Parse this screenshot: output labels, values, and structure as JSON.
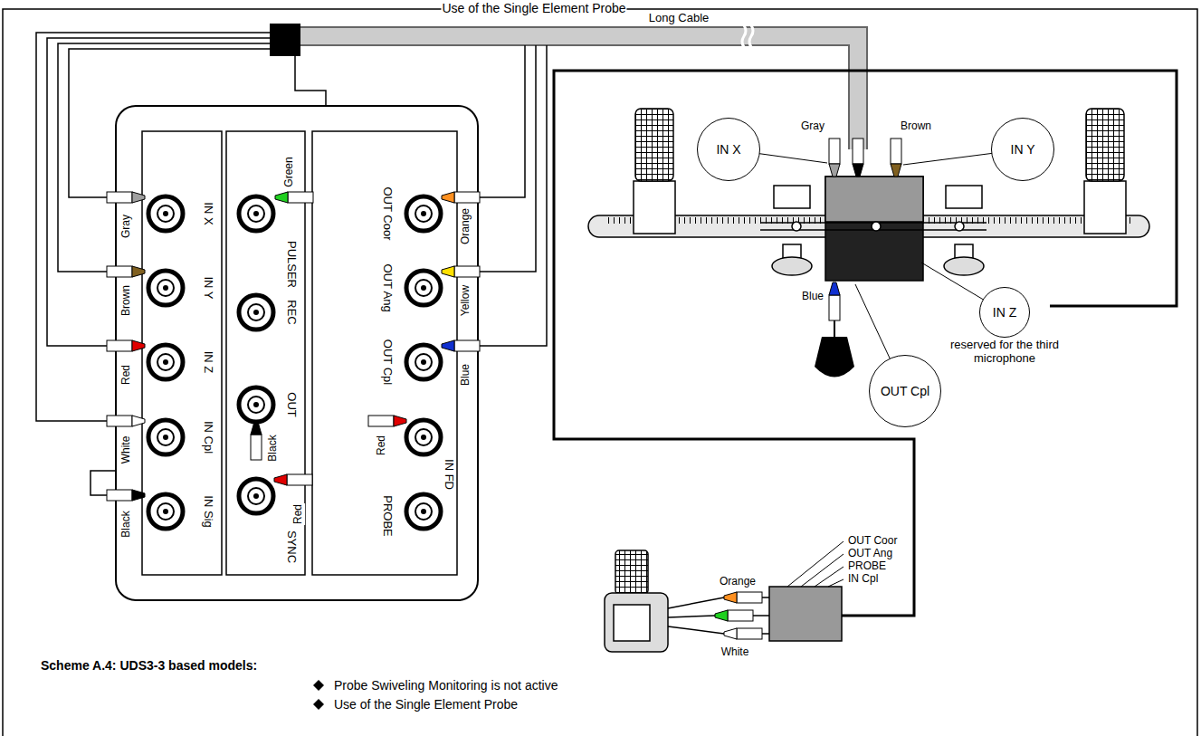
{
  "diagram": {
    "caption": "Scheme A.4: UDS3-3 based models:",
    "nodes": [
      {
        "text": [
          "IN X"
        ]
      },
      {
        "text": [
          "IN Y"
        ]
      },
      {
        "text": [
          "IN Z",
          "reserved for the third microphone"
        ]
      },
      {
        "text": [
          "OUT Cpl"
        ]
      }
    ],
    "labels": [
      "Use of the Single Element Probe",
      "Long Cable",
      "IN X",
      "IN Y",
      "IN Z",
      "IN Cpl",
      "IN Sig",
      "PULSER",
      "REC",
      "OUT",
      "SYNC",
      "OUT Coor",
      "OUT Ang",
      "OUT Cpl",
      "IN FD",
      "PROBE",
      "Gray",
      "Brown",
      "Red",
      "White",
      "Black",
      "Green",
      "Black",
      "Red",
      "Red",
      "Orange",
      "Yellow",
      "Blue",
      "Gray",
      "Brown",
      "Blue",
      "OUT Coor",
      "OUT Ang",
      "PROBE",
      "IN Cpl",
      "Orange",
      "White",
      "Probe Swiveling Monitoring is not active",
      "Use of the Single Element Probe"
    ]
  }
}
